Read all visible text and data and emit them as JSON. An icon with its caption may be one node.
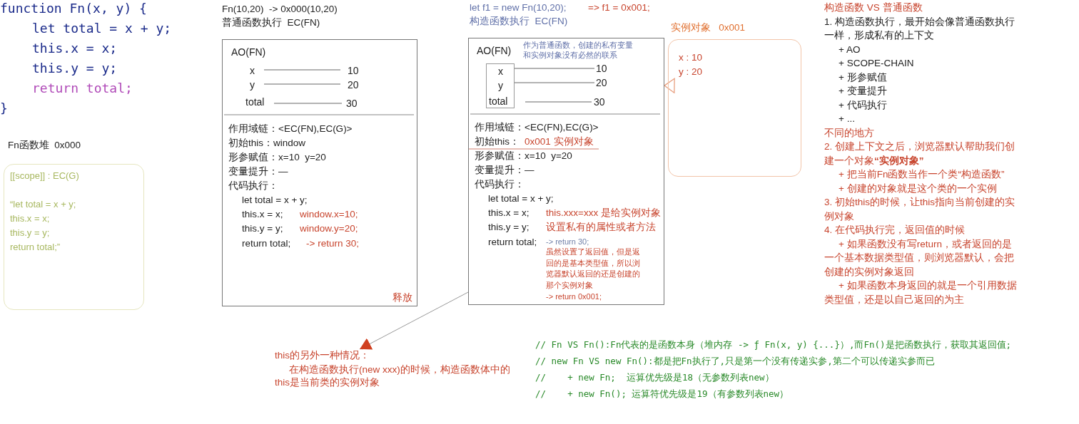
{
  "diagram": {
    "nodes": [
      {
        "text": [
          "Fn函数堆  0x000",
          "[[scope]] : EC(G)",
          "“let total = x + y;",
          "this.x = x;",
          "this.y = y;",
          "return total;”"
        ]
      },
      {
        "text": [
          "AO(FN)",
          "x",
          "10",
          "y",
          "20",
          "total",
          "30",
          "作用域链：<EC(FN),EC(G)>",
          "初始this：window",
          "形参赋值：x=10  y=20",
          "变量提升：—",
          "代码执行：",
          "let total = x + y;",
          "this.x = x;",
          "window.x=10;",
          "this.y = y;",
          "window.y=20;",
          "return total;",
          "-> return 30;",
          "释放"
        ]
      },
      {
        "text": [
          "AO(FN)",
          "作为普通函数，创建的私有变量和实例对象没有必然的联系",
          "10",
          "20",
          "30",
          "作用域链：<EC(FN),EC(G)>",
          "初始this：",
          "0x001 实例对象",
          "形参赋值：x=10  y=20",
          "变量提升：—",
          "代码执行：",
          "let total = x + y;",
          "this.x = x;",
          "this.xxx=xxx 是给实例对象",
          "this.y = y;",
          "设置私有的属性或者方法",
          "return total;",
          "-> return 30;",
          "虽然设置了返回值，但是返回的是基本类型值，所以浏览器默认返回的还是创建的那个实例对象",
          "-> return 0x001;"
        ]
      },
      {
        "text": [
          "x",
          "y",
          "total"
        ],
        "in": 2
      },
      {
        "text": [
          "实例对象   0x001",
          "x : 10",
          "y : 20"
        ]
      },
      {
        "text": [
          "this的另外一种情况：",
          "在构造函数执行(new xxx)的时候，构造函数体中的this是当前类的实例对象"
        ]
      }
    ],
    "edges": [
      {
        "from": 4,
        "to": 2,
        "arrow": "to",
        "color": "#e8a080"
      },
      {
        "from": 2,
        "to": 5,
        "arrow": "to"
      }
    ],
    "labels": [
      "function Fn(x, y) {",
      "let total = x + y;",
      "this.x = x;",
      "this.y = y;",
      "return total;",
      "}",
      "Fn(10,20)  -> 0x000(10,20)",
      "普通函数执行  EC(FN)",
      "let f1 = new Fn(10,20);",
      "=> f1 = 0x001;",
      "构造函数执行  EC(FN)",
      "构造函数 VS 普通函数",
      "1. 构造函数执行，最开始会像普通函数执行一样，形成私有的上下文",
      "+ AO",
      "+ SCOPE-CHAIN",
      "+ 形参赋值",
      "+ 变量提升",
      "+ 代码执行",
      "+ ...",
      "不同的地方",
      "2. 创建上下文之后，浏览器默认帮助我们创建一个对象**“实例对象”**",
      "+ 把当前Fn函数当作一个类“构造函数”",
      "+ 创建的对象就是这个类的一个实例",
      "3. 初始this的时候，让this指向当前创建的实例对象",
      "4. 在代码执行完，返回值的时候",
      "+ 如果函数没有写return，或者返回的是一个基本数据类型值，则浏览器默认，会把创建的实例对象返回",
      "+ 如果函数本身返回的就是一个引用数据类型值，还是以自己返回的为主",
      "// Fn VS Fn():Fn代表的是函数本身（堆内存 -> ƒ Fn(x, y) {...}）,而Fn()是把函数执行，获取其返回值;",
      "// new Fn VS new Fn():都是把Fn执行了,只是第一个没有传递实参,第二个可以传递实参而已",
      "//    + new Fn;  运算优先级是18（无参数列表new）",
      "//    + new Fn(); 运算符优先级是19（有参数列表new）"
    ]
  }
}
